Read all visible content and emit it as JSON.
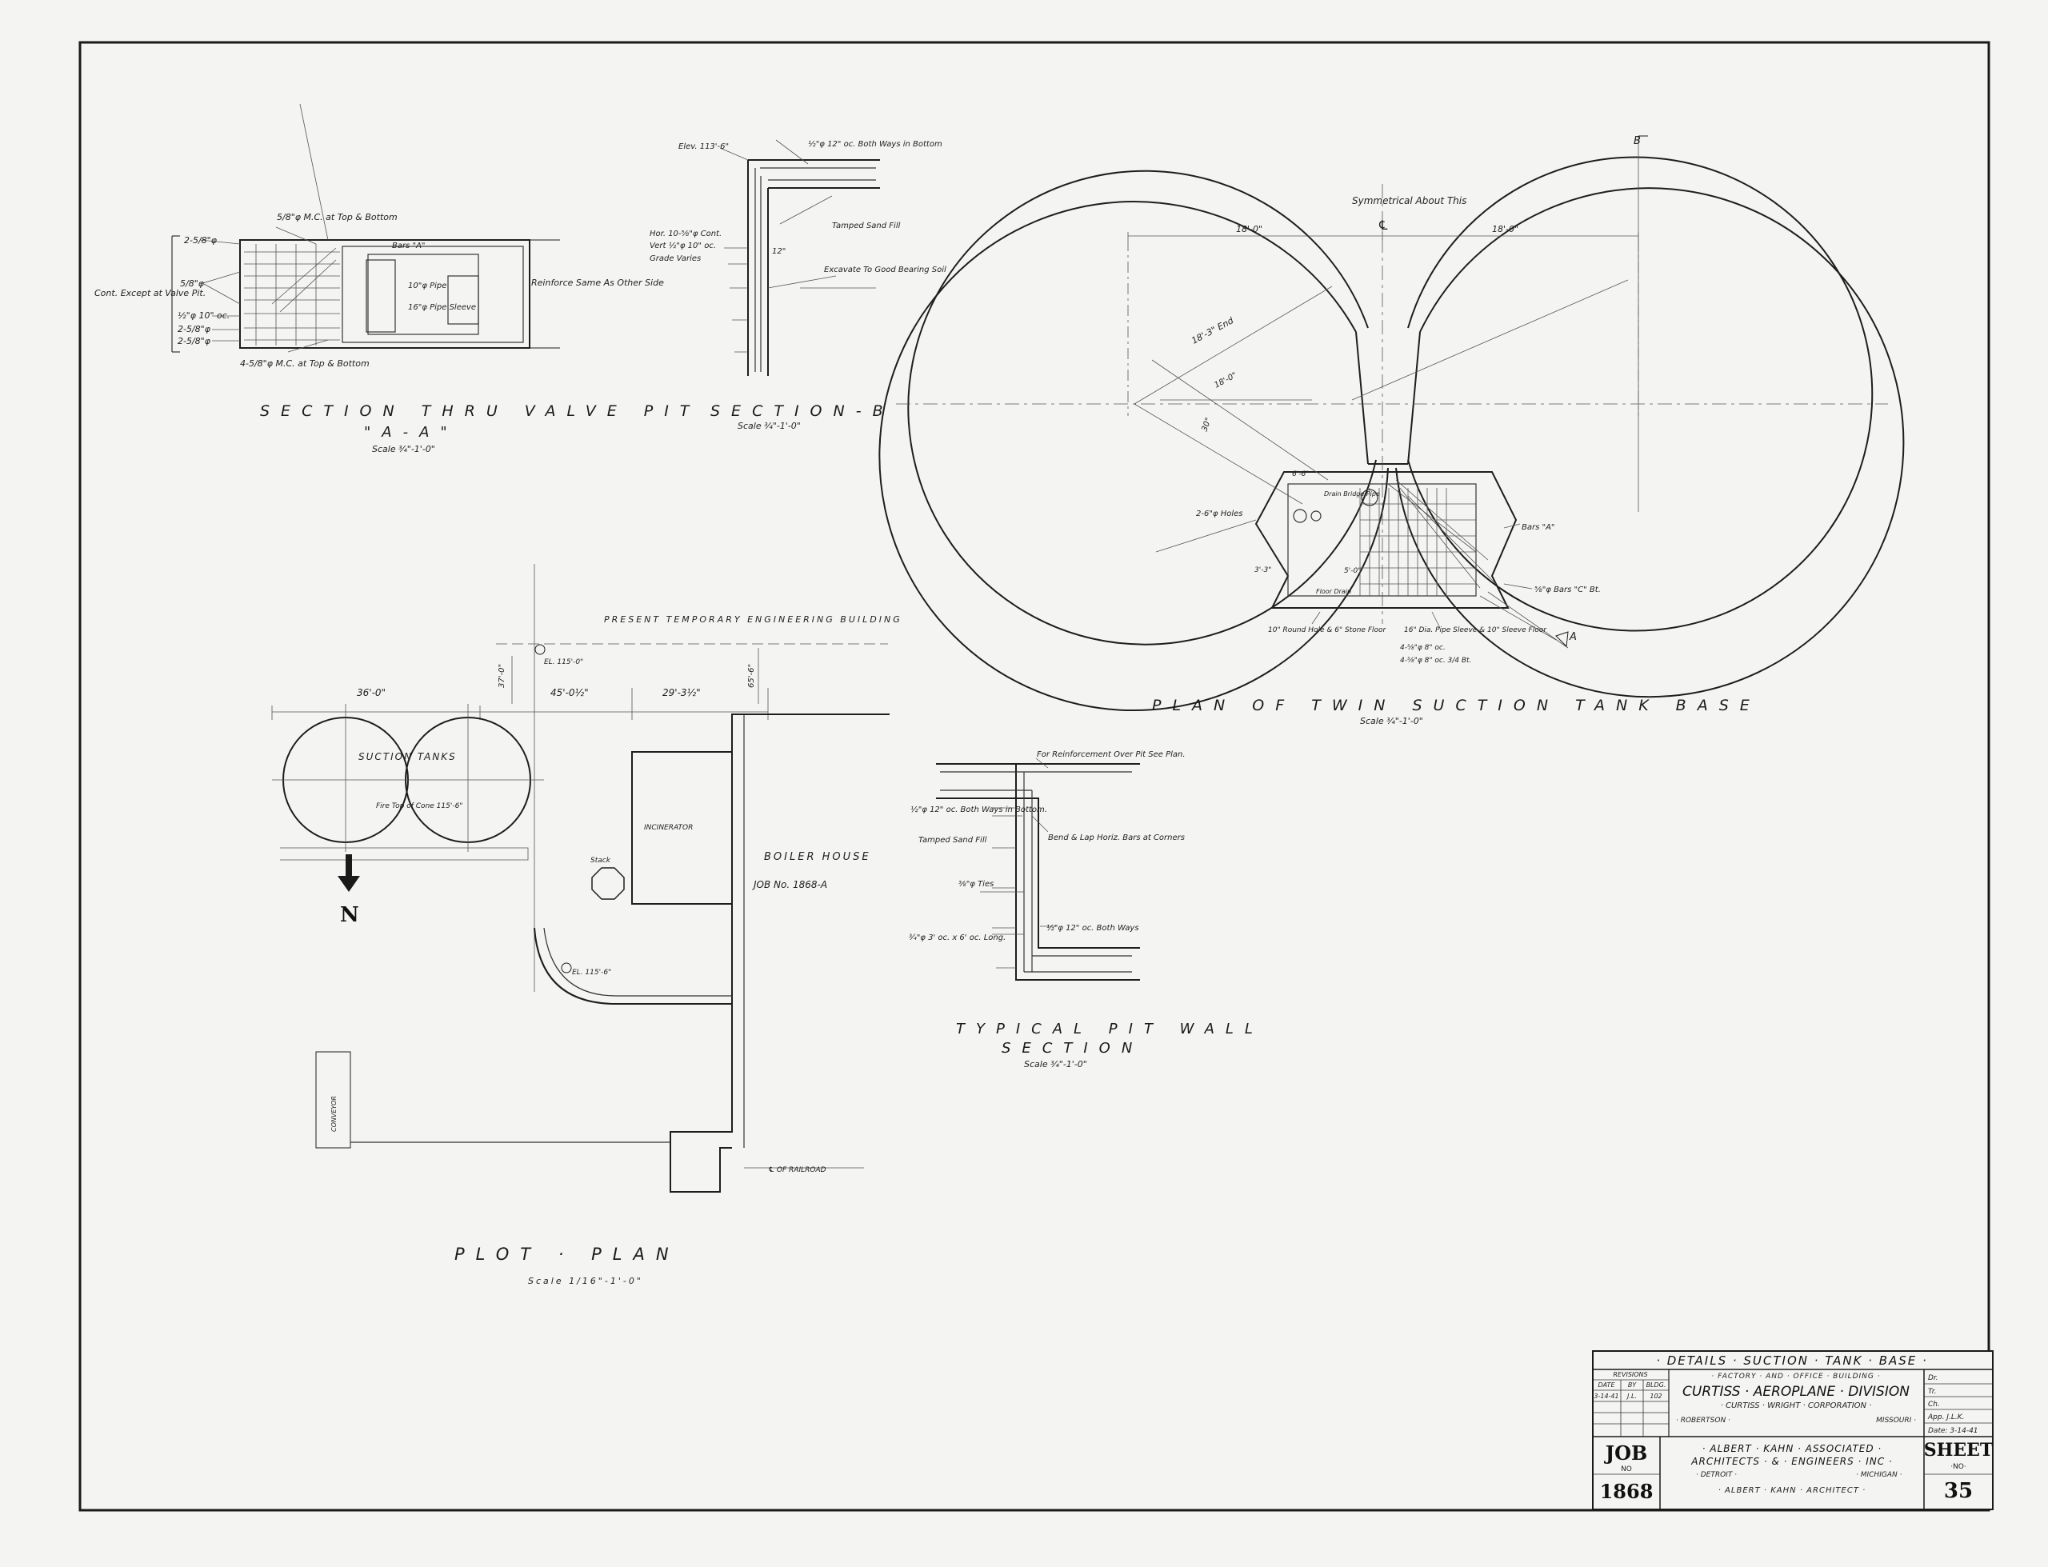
{
  "drawings": {
    "valve_pit": {
      "title": "SECTION THRU VALVE PIT",
      "subtitle": "\"A-A\"",
      "scale": "Scale ¾\"-1'-0\"",
      "notes": {
        "top_bars": "5/8\"φ M.C. at Top & Bottom",
        "cont_except": "Cont. Except at Valve Pit.",
        "bars_a": "Bars \"A\"",
        "reinforce_same": "Reinforce Same As Other Side",
        "pipe_10": "10\"φ Pipe",
        "pipe_16": "16\"φ Pipe Sleeve",
        "bottom_bars": "4-5/8\"φ M.C. at Top & Bottom",
        "bar_left_1": "2-5/8\"φ",
        "bar_left_2": "5/8\"φ",
        "bar_left_3": "½\"φ 10\" oc.",
        "bar_left_4": "2-5/8\"φ",
        "bar_left_5": "2-5/8\"φ"
      }
    },
    "section_b": {
      "title": "SECTION-B",
      "scale": "Scale ¾\"-1'-0\"",
      "notes": {
        "elev": "Elev. 113'-6\"",
        "both_ways": "½\"φ 12\" oc. Both Ways in Bottom",
        "hor_bars": "Hor. 10-⅝\"φ Cont.",
        "vert_bars": "Vert ½\"φ 10\" oc.",
        "grade": "Grade Varies",
        "sand": "Tamped Sand Fill",
        "excavate": "Excavate To Good Bearing Soil",
        "dim_12": "12\""
      }
    },
    "tank_base": {
      "title": "PLAN OF TWIN SUCTION TANK BASE",
      "scale": "Scale ¾\"-1'-0\"",
      "notes": {
        "symmetrical": "Symmetrical About This",
        "centerline": "℄",
        "marker_b": "B",
        "marker_a": "A",
        "dim_left": "18'-0\"",
        "dim_right": "18'-0\"",
        "radius_end": "18'-3\" End",
        "radius_inner": "18'-0\"",
        "angle": "30°",
        "holes": "2-6\"φ Holes",
        "bars_a": "Bars \"A\"",
        "bars_c": "⅝\"φ Bars \"C\" Bt.",
        "round_hole": "10\" Round Hole & 6\" Stone Floor",
        "pipe_sleeve": "16\" Dia. Pipe Sleeve & 10\" Sleeve Floor",
        "spacing_1": "4-⅝\"φ 8\" oc.",
        "spacing_2": "4-⅝\"φ 8\" oc. 3/4 Bt.",
        "drain": "Drain Bridge Pipe",
        "floor_drain": "Floor Drain",
        "dim_5_0": "5'-0\"",
        "dim_3_3": "3'-3\"",
        "dim_6_6": "6'-6\""
      }
    },
    "plot_plan": {
      "title": "PLOT · PLAN",
      "scale": "Scale 1/16\"-1'-0\"",
      "notes": {
        "present": "PRESENT TEMPORARY ENGINEERING BUILDING",
        "suction_tanks": "SUCTION TANKS",
        "incinerator": "INCINERATOR",
        "boiler_house": "BOILER HOUSE",
        "job": "JOB No. 1868-A",
        "stack": "Stack",
        "conveyor": "CONVEYOR",
        "railroad": "℄ OF RAILROAD",
        "fire_cone": "Fire Top of Cone 115'-6\"",
        "el_top": "EL. 115'-0\"",
        "el_bottom": "EL. 115'-6\"",
        "dim_36": "36'-0\"",
        "dim_45": "45'-0½\"",
        "dim_29": "29'-3½\"",
        "dim_37": "37'-0\"",
        "dim_65": "65'-6\"",
        "north": "N"
      }
    },
    "pit_wall": {
      "title_1": "TYPICAL PIT WALL",
      "title_2": "SECTION",
      "scale": "Scale ¾\"-1'-0\"",
      "notes": {
        "reinforcement": "For Reinforcement Over Pit See Plan.",
        "both_ways_top": "½\"φ 12\" oc. Both Ways in Bottom.",
        "sand": "Tamped Sand Fill",
        "bend_lap": "Bend & Lap Horiz. Bars at Corners",
        "ties": "⅜\"φ Ties",
        "both_ways_bottom": "½\"φ 12\" oc. Both Ways",
        "long_bars": "¾\"φ 3' oc. x 6' oc. Long."
      }
    }
  },
  "title_block": {
    "heading": "· DETAILS · SUCTION · TANK · BASE ·",
    "revisions_label": "REVISIONS",
    "date_label": "DATE",
    "by_label": "BY",
    "bldg_label": "BLDG.",
    "rev_date": "3-14-41",
    "rev_by": "J.L.",
    "rev_bldg": "102",
    "factory": "· FACTORY · AND · OFFICE · BUILDING ·",
    "company": "CURTISS · AEROPLANE · DIVISION",
    "corp": "· CURTISS · WRIGHT · CORPORATION ·",
    "location_city": "· ROBERTSON ·",
    "location_state": "MISSOURI ·",
    "architects_1": "· ALBERT · KAHN · ASSOCIATED ·",
    "architects_2": "ARCHITECTS · & · ENGINEERS · INC ·",
    "city": "· DETROIT ·",
    "state": "· MICHIGAN ·",
    "architect": "· ALBERT · KAHN · ARCHITECT ·",
    "job_label": "JOB",
    "job_no_label": "NO",
    "job_number": "1868",
    "sheet_label": "SHEET",
    "sheet_no_label": "·NO·",
    "sheet_number": "35",
    "dr": "Dr.",
    "tr": "Tr.",
    "ch": "Ch.",
    "app": "App. J.L.K.",
    "date": "Date: 3-14-41"
  }
}
